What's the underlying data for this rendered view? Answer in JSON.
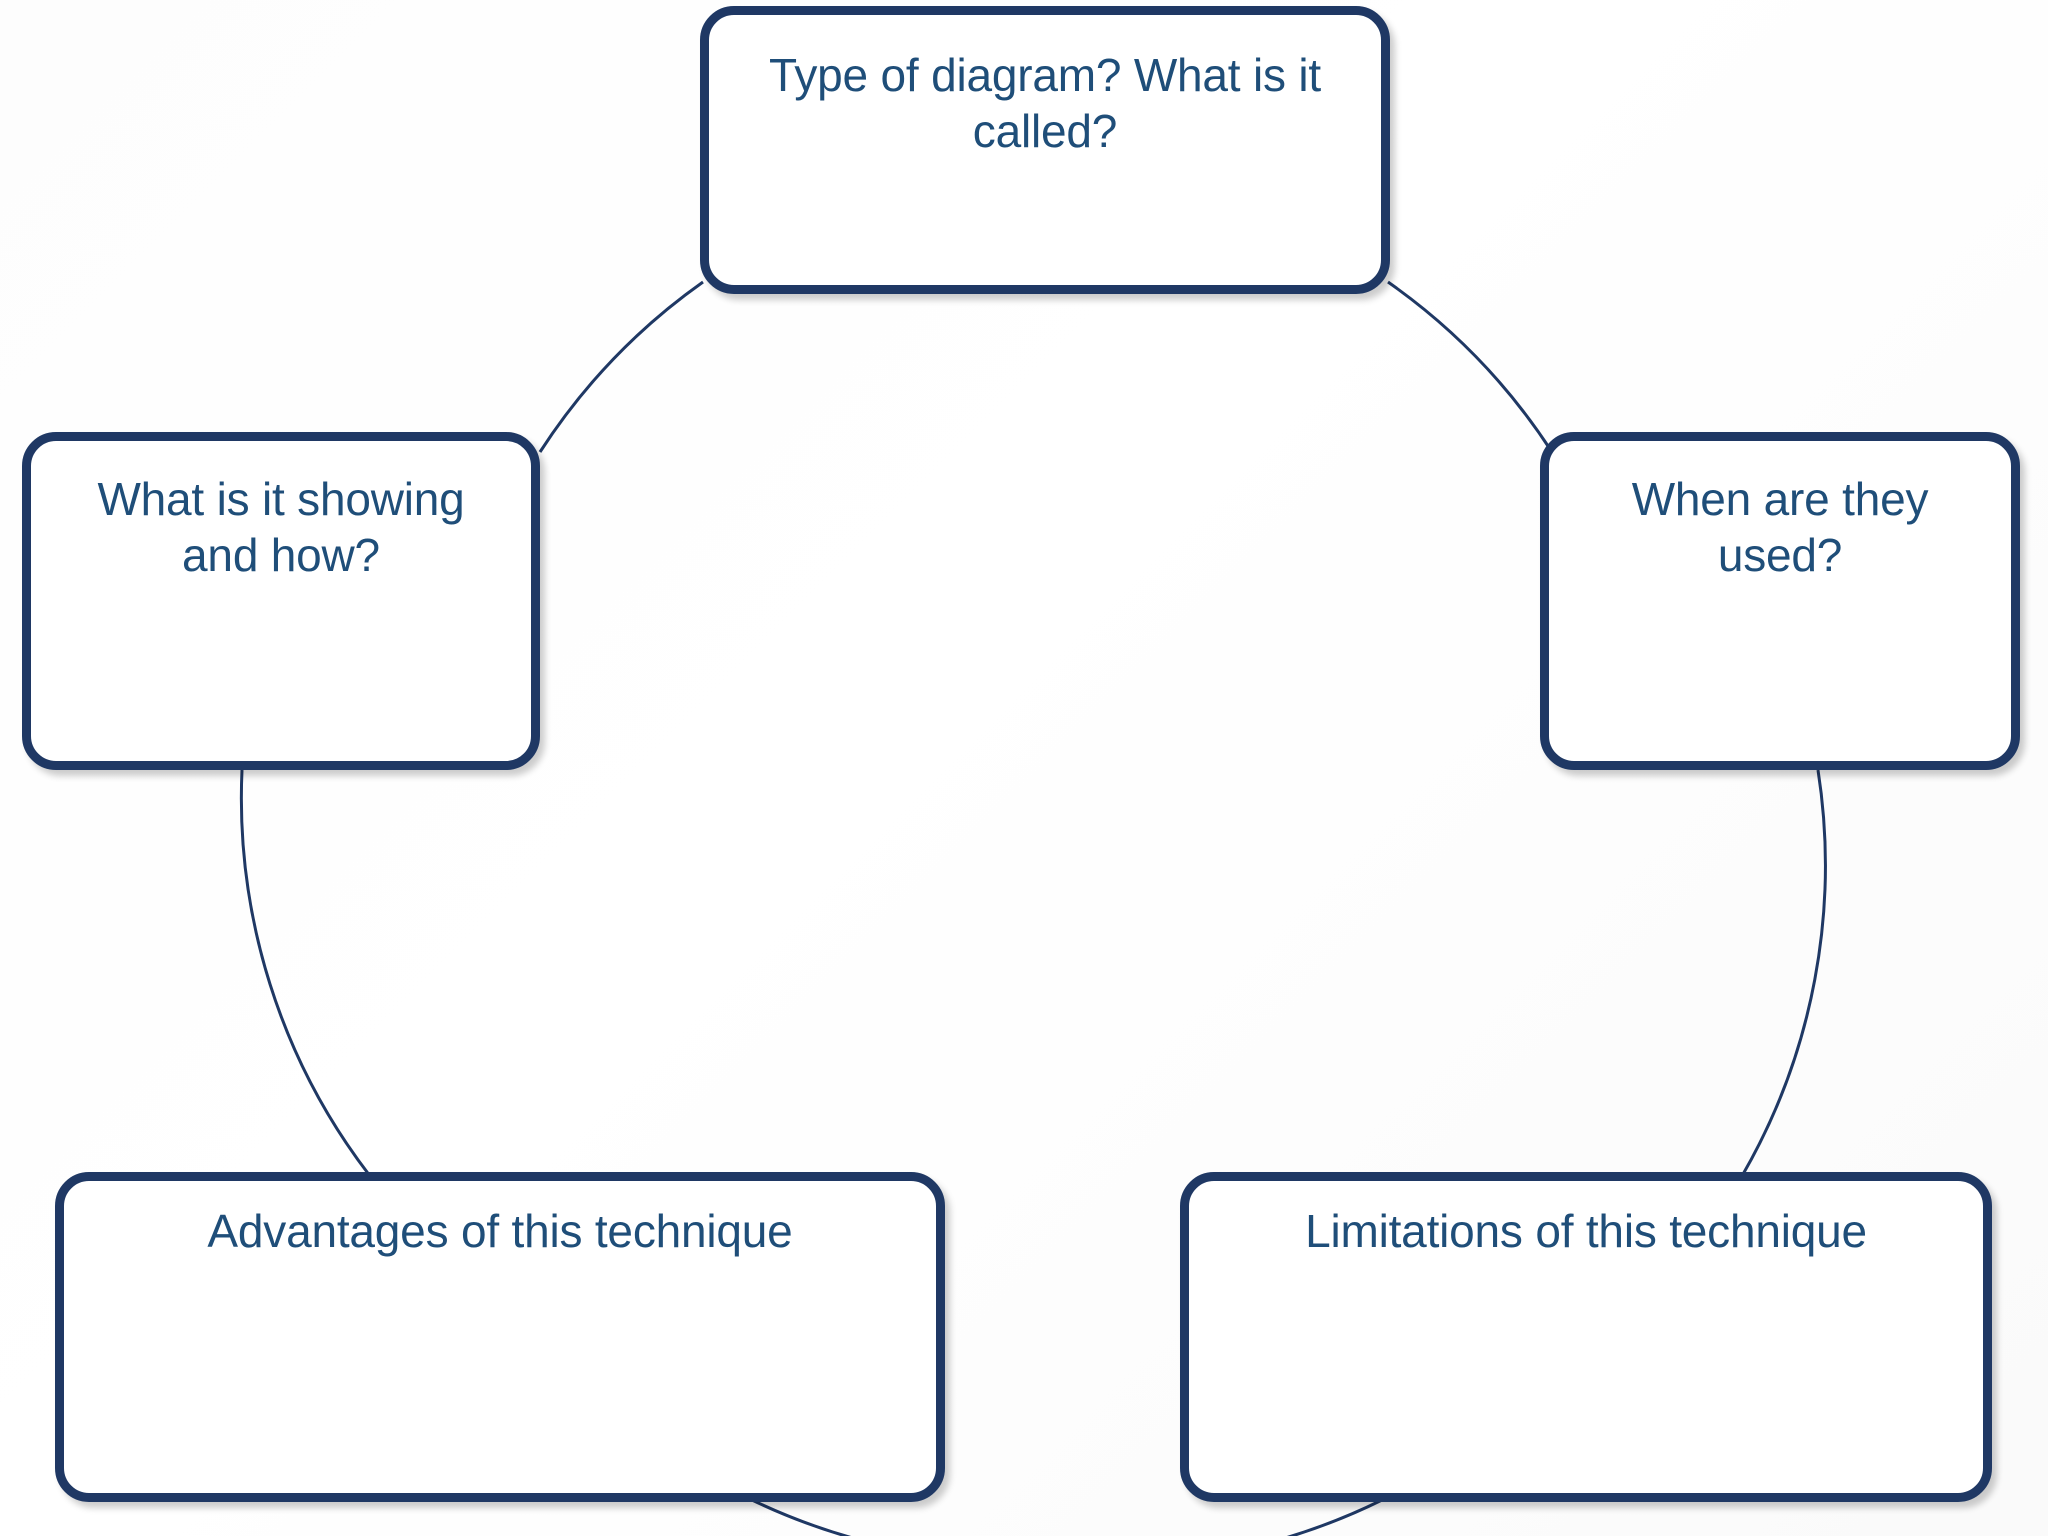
{
  "diagram": {
    "kind": "cycle-diagram",
    "colors": {
      "node_border": "#1F3864",
      "node_fill": "#FFFFFF",
      "text": "#1F4E79",
      "connector_arc": "#1F3864",
      "page_background": "#FFFFFF"
    },
    "nodes": [
      {
        "id": "type-of-diagram",
        "label": "Type of diagram? What is it called?",
        "position": "top-center"
      },
      {
        "id": "what-is-it-showing",
        "label": "What is it showing and how?",
        "position": "middle-left"
      },
      {
        "id": "when-are-they-used",
        "label": "When are they used?",
        "position": "middle-right"
      },
      {
        "id": "advantages",
        "label": "Advantages of this technique",
        "position": "bottom-left"
      },
      {
        "id": "limitations",
        "label": "Limitations of this technique",
        "position": "bottom-right"
      }
    ],
    "connectors": [
      {
        "from": "what-is-it-showing",
        "to": "type-of-diagram"
      },
      {
        "from": "type-of-diagram",
        "to": "when-are-they-used"
      },
      {
        "from": "what-is-it-showing",
        "to": "advantages"
      },
      {
        "from": "when-are-they-used",
        "to": "limitations"
      },
      {
        "from": "advantages",
        "to": "below-edge"
      },
      {
        "from": "limitations",
        "to": "below-edge"
      }
    ]
  }
}
